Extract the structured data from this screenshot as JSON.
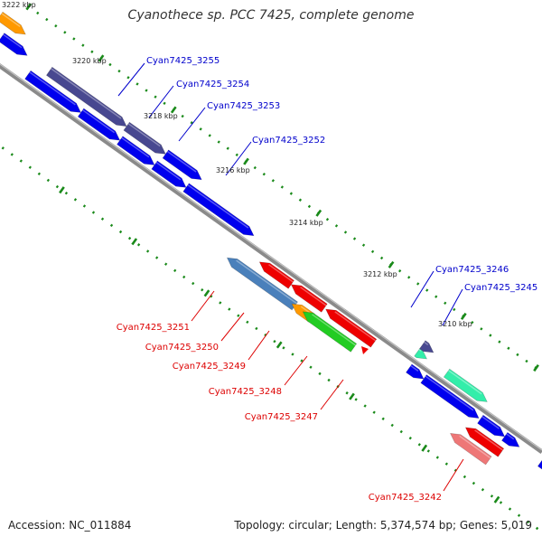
{
  "title": "Cyanothece sp. PCC 7425, complete genome",
  "footer": {
    "accession": "Accession: NC_011884",
    "summary": "Topology: circular; Length: 5,374,574 bp; Genes: 5,019"
  },
  "ticks": {
    "t3222": "3222 kbp",
    "t3220": "3220 kbp",
    "t3218": "3218 kbp",
    "t3216": "3216 kbp",
    "t3214": "3214 kbp",
    "t3212": "3212 kbp",
    "t3210": "3210 kbp"
  },
  "genes": {
    "g3255": "Cyan7425_3255",
    "g3254": "Cyan7425_3254",
    "g3253": "Cyan7425_3253",
    "g3252": "Cyan7425_3252",
    "g3251": "Cyan7425_3251",
    "g3250": "Cyan7425_3250",
    "g3249": "Cyan7425_3249",
    "g3248": "Cyan7425_3248",
    "g3247": "Cyan7425_3247",
    "g3246": "Cyan7425_3246",
    "g3245": "Cyan7425_3245",
    "g3242": "Cyan7425_3242"
  },
  "colors": {
    "backbone": "#808080",
    "tick": "#1a8a1a",
    "forward_label": "#0000cc",
    "reverse_label": "#dd0000",
    "cds_blue": "#0000ee",
    "cds_red": "#ee0000",
    "cds_purple": "#484890",
    "cds_steel": "#4a80bb",
    "cds_green": "#22cc22",
    "cds_orange": "#ff9900",
    "cds_aqua": "#33eeaa",
    "cds_pink": "#ee7777",
    "cds_grey": "#bbbbbb"
  }
}
